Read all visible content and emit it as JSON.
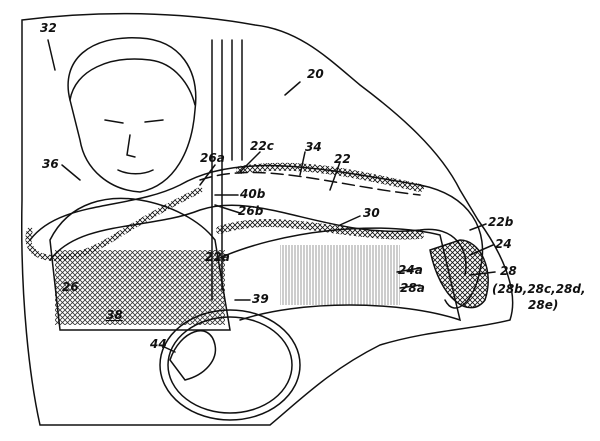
{
  "figure": {
    "reference_numerals": {
      "n32": "32",
      "n20": "20",
      "n36": "36",
      "n26a": "26a",
      "n22c": "22c",
      "n34": "34",
      "n22": "22",
      "n40b": "40b",
      "n30": "30",
      "n26b": "26b",
      "n22b": "22b",
      "n24": "24",
      "n22a": "22a",
      "n24a": "24a",
      "n28": "28",
      "n28a": "28a",
      "n28_sub1": "(28b,28c,28d,",
      "n28_sub2": "28e)",
      "n26": "26",
      "n39": "39",
      "n38": "38",
      "n44": "44"
    },
    "colors": {
      "ink": "#111111",
      "paper": "#ffffff"
    }
  }
}
